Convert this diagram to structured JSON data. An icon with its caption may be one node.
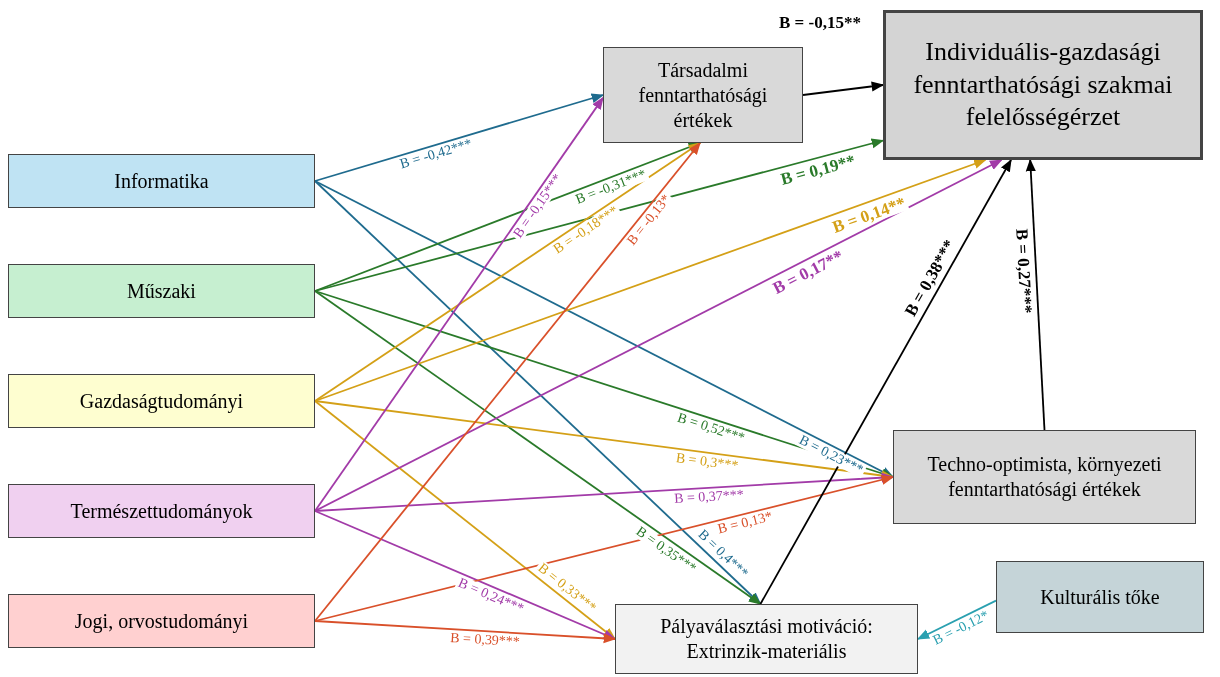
{
  "diagram": {
    "nodes": [
      {
        "text": [
          "Informatika"
        ]
      },
      {
        "text": [
          "Műszaki"
        ]
      },
      {
        "text": [
          "Gazdaságtudományi"
        ]
      },
      {
        "text": [
          "Természettudományok"
        ]
      },
      {
        "text": [
          "Jogi, orvostudományi"
        ]
      },
      {
        "text": [
          "Társadalmi fenntarthatósági értékek"
        ]
      },
      {
        "text": [
          "Individuális-gazdasági fenntarthatósági szakmai felelősségérzet"
        ]
      },
      {
        "text": [
          "Techno-optimista, környezeti fenntarthatósági értékek"
        ]
      },
      {
        "text": [
          "Pályaválasztási motiváció: Extrinzik-materiális"
        ]
      },
      {
        "text": [
          "Kulturális tőke"
        ]
      }
    ],
    "edges": [
      {
        "from": 0,
        "to": 5,
        "arrow": "to",
        "label": "B = -0,42***",
        "color": "#1f6b8e"
      },
      {
        "from": 0,
        "to": 7,
        "arrow": "to",
        "label": "B = 0,23***",
        "color": "#1f6b8e"
      },
      {
        "from": 0,
        "to": 8,
        "arrow": "to",
        "label": "B = 0,4***",
        "color": "#1f6b8e"
      },
      {
        "from": 1,
        "to": 5,
        "arrow": "to",
        "label": "B = -0,31***",
        "color": "#2a7a2a"
      },
      {
        "from": 1,
        "to": 6,
        "arrow": "to",
        "label": "B = 0,19**",
        "color": "#2a7a2a"
      },
      {
        "from": 1,
        "to": 7,
        "arrow": "to",
        "label": "B = 0,52***",
        "color": "#2a7a2a"
      },
      {
        "from": 1,
        "to": 8,
        "arrow": "to",
        "label": "B = 0,35***",
        "color": "#2a7a2a"
      },
      {
        "from": 2,
        "to": 5,
        "arrow": "to",
        "label": "B = -0,18***",
        "color": "#d4a017"
      },
      {
        "from": 2,
        "to": 6,
        "arrow": "to",
        "label": "B = 0,14**",
        "color": "#d4a017"
      },
      {
        "from": 2,
        "to": 7,
        "arrow": "to",
        "label": "B = 0,3***",
        "color": "#d4a017"
      },
      {
        "from": 2,
        "to": 8,
        "arrow": "to",
        "label": "B = 0,33***",
        "color": "#d4a017"
      },
      {
        "from": 3,
        "to": 5,
        "arrow": "to",
        "label": "B = -0,15***",
        "color": "#a23ba8"
      },
      {
        "from": 3,
        "to": 6,
        "arrow": "to",
        "label": "B = 0,17**",
        "color": "#a23ba8"
      },
      {
        "from": 3,
        "to": 7,
        "arrow": "to",
        "label": "B = 0,37***",
        "color": "#a23ba8"
      },
      {
        "from": 3,
        "to": 8,
        "arrow": "to",
        "label": "B = 0,24***",
        "color": "#a23ba8"
      },
      {
        "from": 4,
        "to": 5,
        "arrow": "to",
        "label": "B = -0,13*",
        "color": "#d9502a"
      },
      {
        "from": 4,
        "to": 7,
        "arrow": "to",
        "label": "B = 0,13*",
        "color": "#d9502a"
      },
      {
        "from": 4,
        "to": 8,
        "arrow": "to",
        "label": "B = 0,39***",
        "color": "#d9502a"
      },
      {
        "from": 5,
        "to": 6,
        "arrow": "to",
        "label": "B = -0,15**",
        "color": "#000000"
      },
      {
        "from": 8,
        "to": 6,
        "arrow": "to",
        "label": "B = 0,38***",
        "color": "#000000"
      },
      {
        "from": 7,
        "to": 6,
        "arrow": "to",
        "label": "B = 0,27***",
        "color": "#000000"
      },
      {
        "from": 9,
        "to": 8,
        "arrow": "to",
        "label": "B = -0,12*",
        "color": "#2aa0b0"
      }
    ]
  }
}
